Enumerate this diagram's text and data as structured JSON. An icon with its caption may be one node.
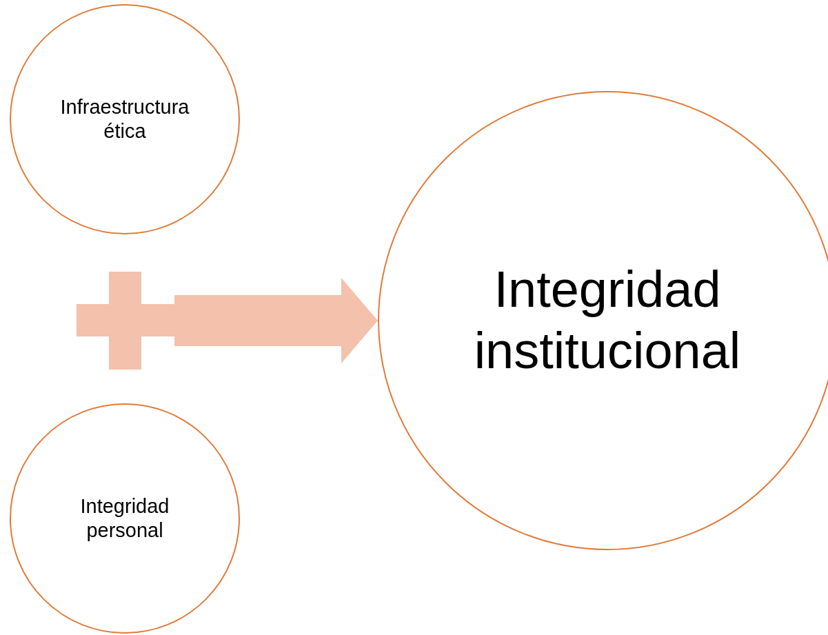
{
  "diagram": {
    "nodes": [
      {
        "text": [
          "Infraestructura ética"
        ]
      },
      {
        "text": [],
        "shape": "plus"
      },
      {
        "text": [
          "Integridad personal"
        ]
      },
      {
        "text": [
          "Integridad institucional"
        ]
      }
    ],
    "edges": [
      {
        "from": 1,
        "to": 3,
        "arrow": "to",
        "style": "thick"
      }
    ]
  }
}
